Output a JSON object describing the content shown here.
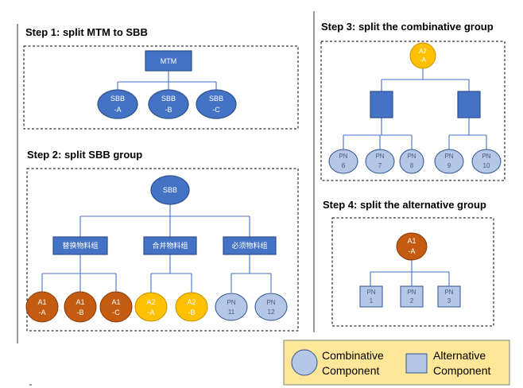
{
  "step1": {
    "title": "Step 1: split MTM to SBB",
    "root": "MTM",
    "children": [
      {
        "line1": "SBB",
        "line2": "-A"
      },
      {
        "line1": "SBB",
        "line2": "-B"
      },
      {
        "line1": "SBB",
        "line2": "-C"
      }
    ]
  },
  "step2": {
    "title": "Step 2: split SBB group",
    "root": "SBB",
    "groups": [
      "替换物料组",
      "合并物料组",
      "必须物料组"
    ],
    "leaves": [
      {
        "line1": "A1",
        "line2": "-A"
      },
      {
        "line1": "A1",
        "line2": "-B"
      },
      {
        "line1": "A1",
        "line2": "-C"
      },
      {
        "line1": "A2",
        "line2": "-A"
      },
      {
        "line1": "A2",
        "line2": "-B"
      },
      {
        "line1": "PN",
        "line2": "11"
      },
      {
        "line1": "PN",
        "line2": "12"
      }
    ]
  },
  "step3": {
    "title": "Step 3: split the combinative group",
    "root": {
      "line1": "A2",
      "line2": "-A"
    },
    "leaves": [
      {
        "line1": "PN",
        "line2": "6"
      },
      {
        "line1": "PN",
        "line2": "7"
      },
      {
        "line1": "PN",
        "line2": "8"
      },
      {
        "line1": "PN",
        "line2": "9"
      },
      {
        "line1": "PN",
        "line2": "10"
      }
    ]
  },
  "step4": {
    "title": "Step 4: split the alternative group",
    "root": {
      "line1": "A1",
      "line2": "-A"
    },
    "leaves": [
      {
        "line1": "PN",
        "line2": "1"
      },
      {
        "line1": "PN",
        "line2": "2"
      },
      {
        "line1": "PN",
        "line2": "3"
      }
    ]
  },
  "legend": {
    "combinative": {
      "line1": "Combinative",
      "line2": "Component"
    },
    "alternative": {
      "line1": "Alternative",
      "line2": "Component"
    }
  },
  "colors": {
    "dark_blue": "#4472c4",
    "light_blue": "#b4c7e7",
    "orange": "#c55a11",
    "yellow": "#ffc000",
    "legend_bg": "#ffe699"
  }
}
